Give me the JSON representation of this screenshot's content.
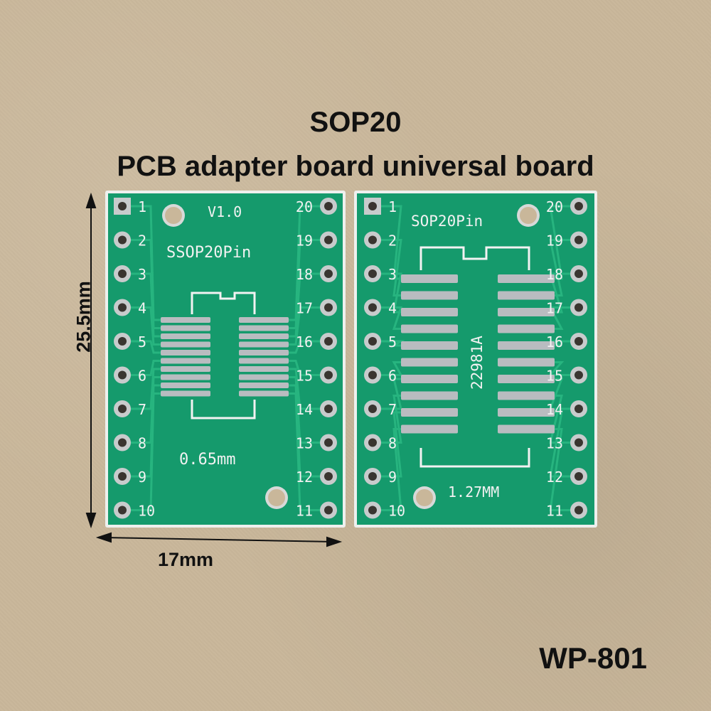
{
  "title": "SOP20",
  "subtitle": "PCB adapter board universal board",
  "dimensions": {
    "height": "25.5mm",
    "width": "17mm"
  },
  "model": "WP-801",
  "colors": {
    "pcb": "#159a6c",
    "trace": "#23b37d",
    "silver": "#b9bcc0",
    "silk": "#f2f2f2",
    "background": "#c9b79a"
  },
  "board_left": {
    "version": "V1.0",
    "package": "SSOP20Pin",
    "pitch": "0.65mm",
    "pins_left": [
      "1",
      "2",
      "3",
      "4",
      "5",
      "6",
      "7",
      "8",
      "9",
      "10"
    ],
    "pins_right": [
      "20",
      "19",
      "18",
      "17",
      "16",
      "15",
      "14",
      "13",
      "12",
      "11"
    ]
  },
  "board_right": {
    "package": "SOP20Pin",
    "code": "22981A",
    "pitch": "1.27MM",
    "pins_left": [
      "1",
      "2",
      "3",
      "4",
      "5",
      "6",
      "7",
      "8",
      "9",
      "10"
    ],
    "pins_right": [
      "20",
      "19",
      "18",
      "17",
      "16",
      "15",
      "14",
      "13",
      "12",
      "11"
    ]
  }
}
